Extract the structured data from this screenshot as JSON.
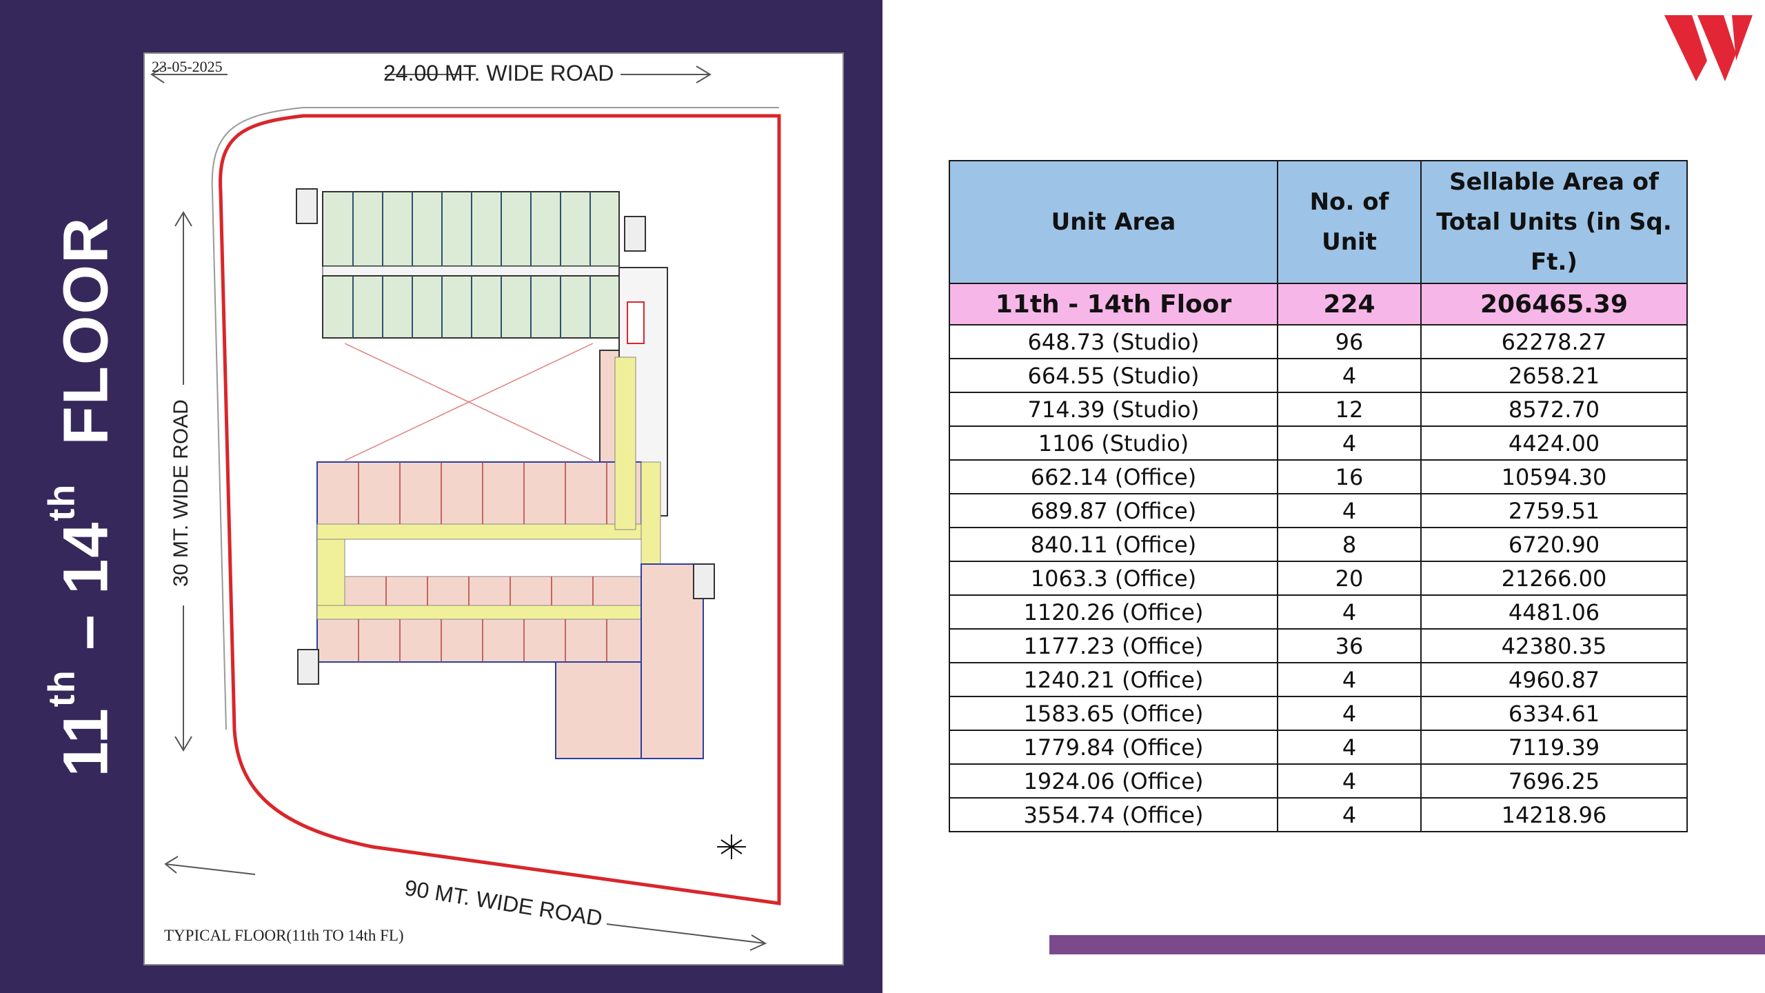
{
  "page": {
    "title_main": "11",
    "title_sup1": "th",
    "title_mid": " – 14",
    "title_sup2": "th",
    "title_end": "  FLOOR"
  },
  "plan": {
    "date": "23-05-2025",
    "road_top": "24.00 MT. WIDE ROAD",
    "road_left": "30 MT. WIDE ROAD",
    "road_bottom": "90 MT. WIDE ROAD",
    "caption": "TYPICAL FLOOR(11th TO 14th FL)"
  },
  "colors": {
    "sidebar": "#37285c",
    "header": "#9dc3e6",
    "total_row": "#f7b6e8",
    "accent_bar": "#7b4a8a",
    "logo": "#e32636"
  },
  "table": {
    "headers": [
      "Unit Area",
      "No. of Unit",
      "Sellable Area of Total Units (in Sq. Ft.)"
    ],
    "total": {
      "label": "11th - 14th Floor",
      "units": "224",
      "area": "206465.39"
    },
    "rows": [
      {
        "area": "648.73 (Studio)",
        "units": "96",
        "total": "62278.27"
      },
      {
        "area": "664.55 (Studio)",
        "units": "4",
        "total": "2658.21"
      },
      {
        "area": "714.39 (Studio)",
        "units": "12",
        "total": "8572.70"
      },
      {
        "area": "1106 (Studio)",
        "units": "4",
        "total": "4424.00"
      },
      {
        "area": "662.14 (Office)",
        "units": "16",
        "total": "10594.30"
      },
      {
        "area": "689.87 (Office)",
        "units": "4",
        "total": "2759.51"
      },
      {
        "area": "840.11 (Office)",
        "units": "8",
        "total": "6720.90"
      },
      {
        "area": "1063.3 (Office)",
        "units": "20",
        "total": "21266.00"
      },
      {
        "area": "1120.26 (Office)",
        "units": "4",
        "total": "4481.06"
      },
      {
        "area": "1177.23 (Office)",
        "units": "36",
        "total": "42380.35"
      },
      {
        "area": "1240.21 (Office)",
        "units": "4",
        "total": "4960.87"
      },
      {
        "area": "1583.65 (Office)",
        "units": "4",
        "total": "6334.61"
      },
      {
        "area": "1779.84 (Office)",
        "units": "4",
        "total": "7119.39"
      },
      {
        "area": "1924.06 (Office)",
        "units": "4",
        "total": "7696.25"
      },
      {
        "area": "3554.74 (Office)",
        "units": "4",
        "total": "14218.96"
      }
    ]
  }
}
